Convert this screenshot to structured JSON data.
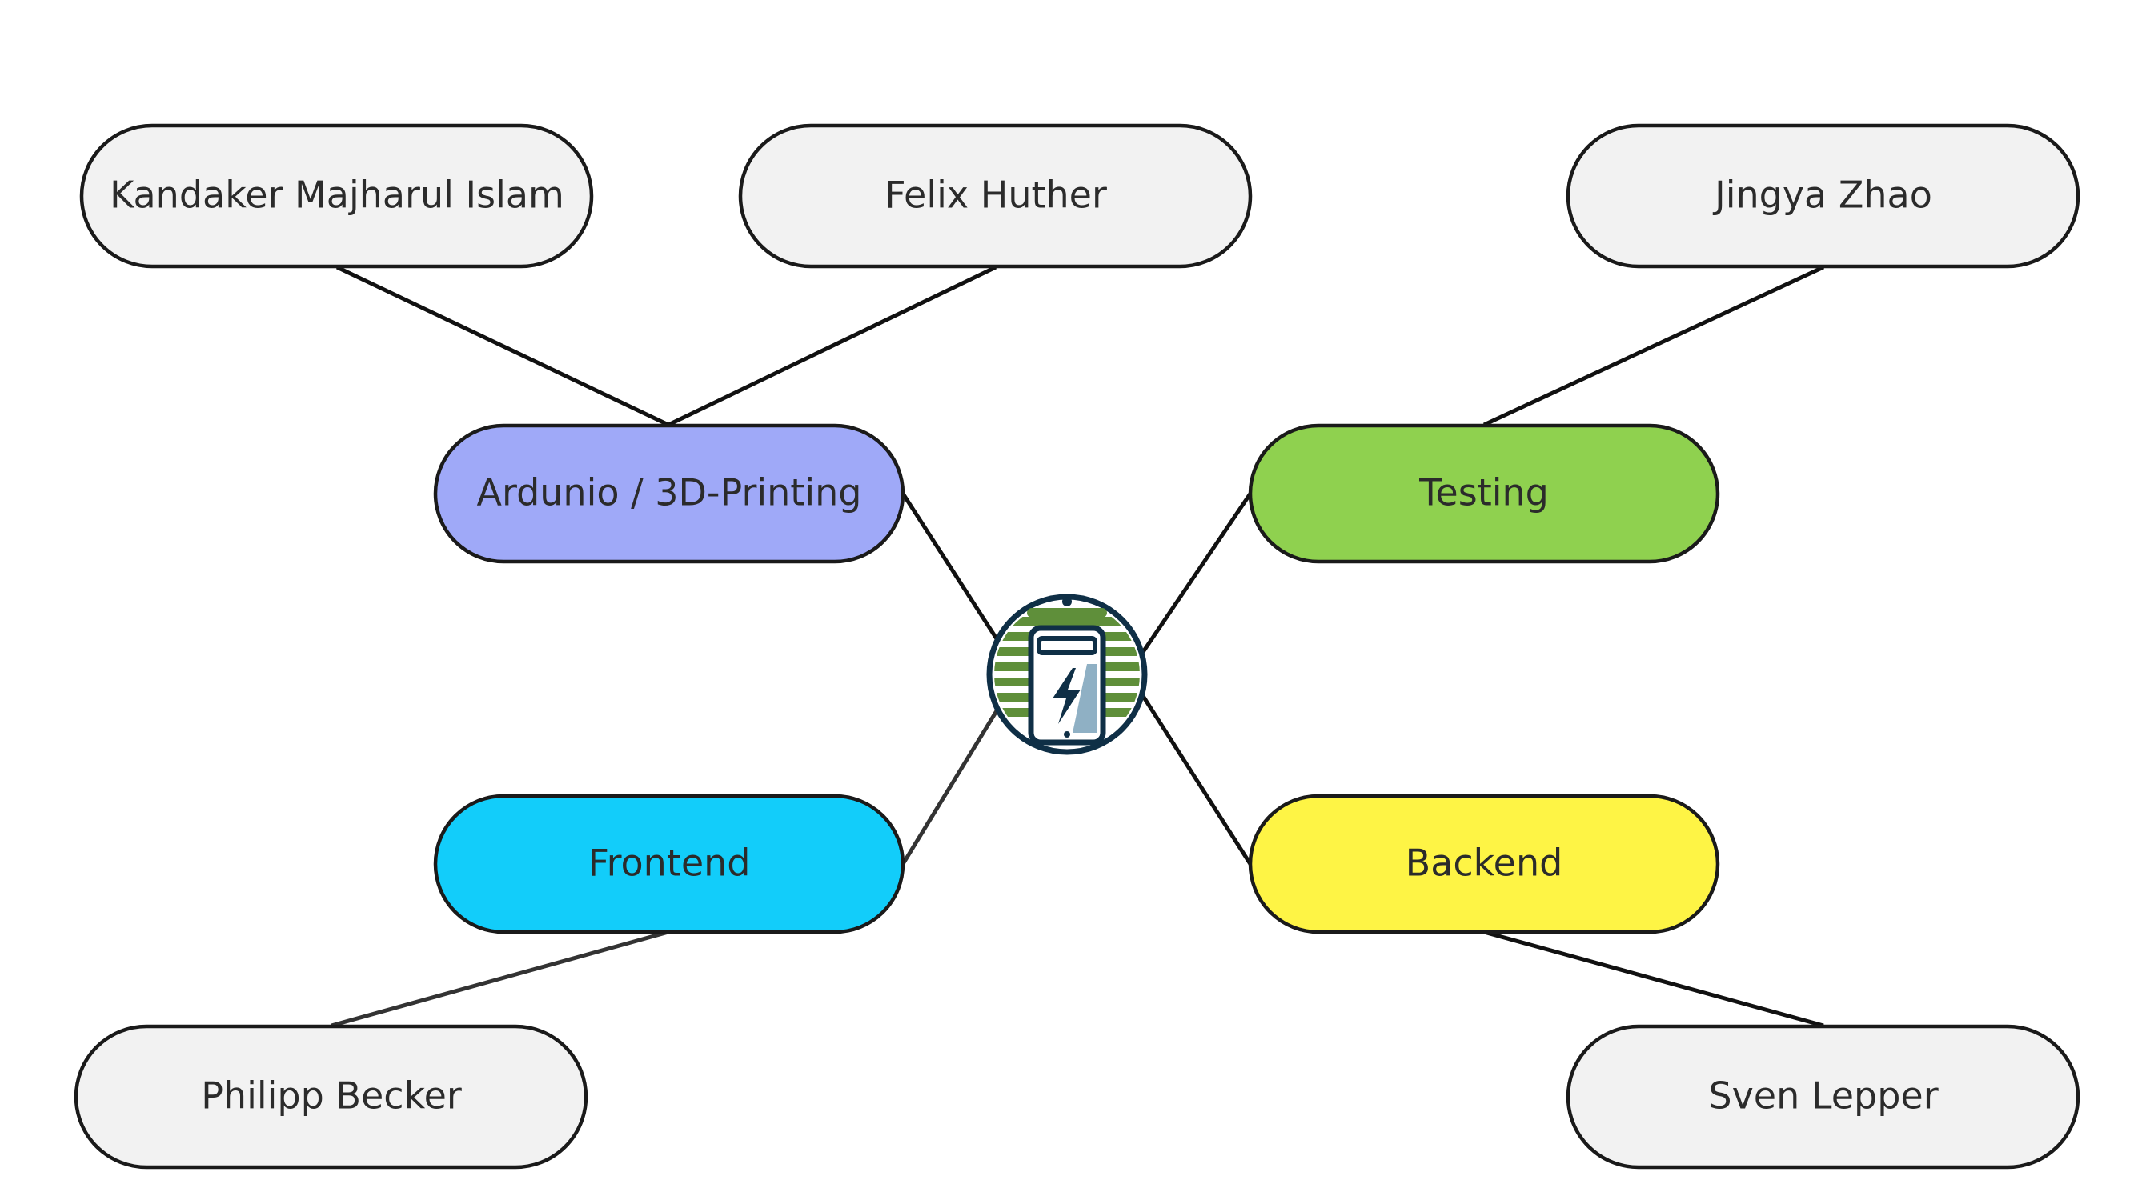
{
  "diagram": {
    "center": {
      "icon": "charging-phone-icon",
      "colors": {
        "ring": "#0f2f46",
        "stripes": "#5f8f3a",
        "bolt": "#0f2f46",
        "screen": "#ffffff",
        "shadow": "#8fb0c4"
      }
    },
    "teams": [
      {
        "id": "team-arduino-3d-printing",
        "label": "Ardunio / 3D-Printing",
        "color": "#9fa9f8"
      },
      {
        "id": "team-testing",
        "label": "Testing",
        "color": "#8fd14f"
      },
      {
        "id": "team-frontend",
        "label": "Frontend",
        "color": "#12cdfa"
      },
      {
        "id": "team-backend",
        "label": "Backend",
        "color": "#fef445"
      }
    ],
    "members": [
      {
        "id": "member-kandaker-majharul-islam",
        "label": "Kandaker Majharul Islam",
        "team": "team-arduino-3d-printing",
        "color": "#f2f2f2"
      },
      {
        "id": "member-felix-huther",
        "label": "Felix Huther",
        "team": "team-arduino-3d-printing",
        "color": "#f2f2f2"
      },
      {
        "id": "member-jingya-zhao",
        "label": "Jingya Zhao",
        "team": "team-testing",
        "color": "#f2f2f2"
      },
      {
        "id": "member-philipp-becker",
        "label": "Philipp Becker",
        "team": "team-frontend",
        "color": "#f2f2f2"
      },
      {
        "id": "member-sven-lepper",
        "label": "Sven Lepper",
        "team": "team-backend",
        "color": "#f2f2f2"
      }
    ]
  }
}
